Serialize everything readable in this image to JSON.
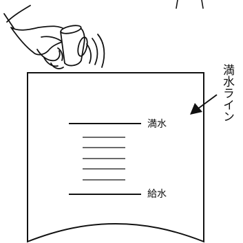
{
  "labels": {
    "full_water": "満水",
    "water_supply": "給水",
    "full_water_line_callout": "満水ライン"
  },
  "icons": {
    "hand": "hand-pouring-cup-icon",
    "cup": "cup-icon",
    "motion": "pour-motion-lines-icon",
    "arrow": "callout-arrow-icon"
  },
  "colors": {
    "stroke": "#111111",
    "background": "#ffffff"
  }
}
